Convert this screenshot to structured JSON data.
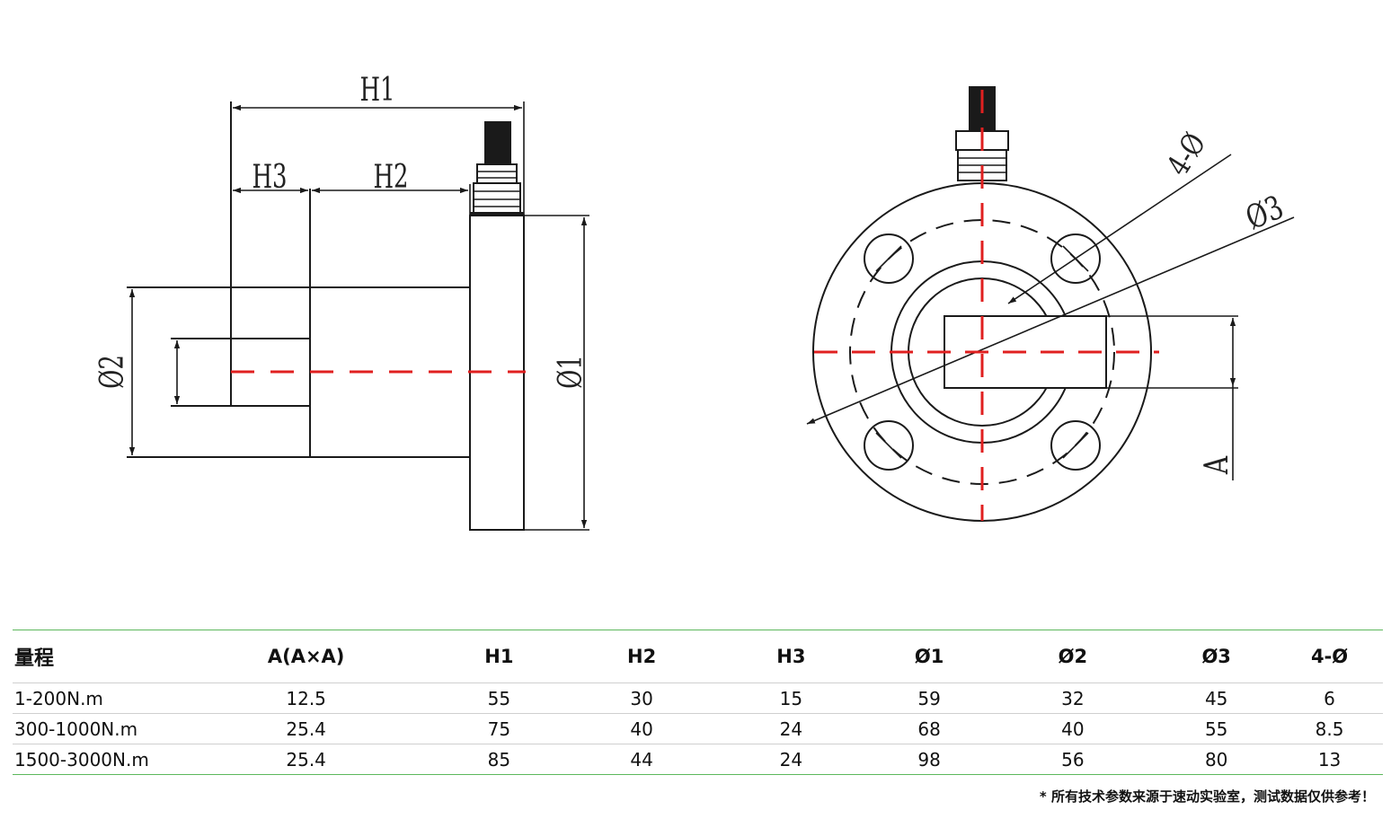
{
  "drawing": {
    "labels": {
      "h1": "H1",
      "h2": "H2",
      "h3": "H3",
      "d1": "Ø1",
      "d2": "Ø2",
      "d3": "Ø3",
      "hole": "4-Ø",
      "a": "A"
    },
    "colors": {
      "outline": "#1a1a1a",
      "centerline": "#e02020"
    }
  },
  "table": {
    "headers": [
      "量程",
      "A(A×A)",
      "H1",
      "H2",
      "H3",
      "Ø1",
      "Ø2",
      "Ø3",
      "4-Ø"
    ],
    "rows": [
      [
        "1-200N.m",
        "12.5",
        "55",
        "30",
        "15",
        "59",
        "32",
        "45",
        "6"
      ],
      [
        "300-1000N.m",
        "25.4",
        "75",
        "40",
        "24",
        "68",
        "40",
        "55",
        "8.5"
      ],
      [
        "1500-3000N.m",
        "25.4",
        "85",
        "44",
        "24",
        "98",
        "56",
        "80",
        "13"
      ]
    ],
    "accent_color": "#5cb85c"
  },
  "footnote": "* 所有技术参数来源于速动实验室，测试数据仅供参考！"
}
